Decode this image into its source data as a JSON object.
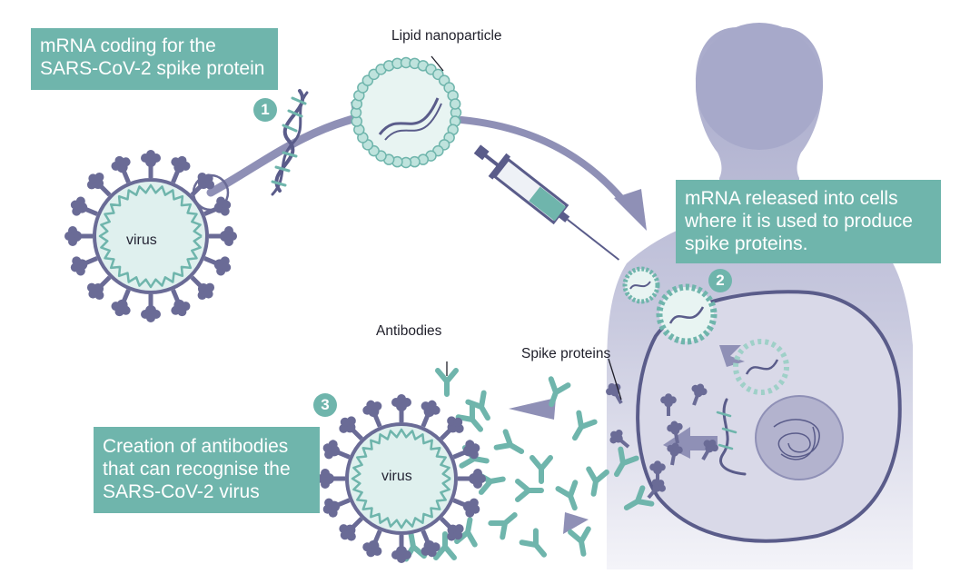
{
  "boxes": {
    "mrna_coding": [
      "mRNA coding for the",
      "SARS-CoV-2 spike protein"
    ],
    "mrna_released": [
      "mRNA released into cells",
      "where it is used to produce",
      "spike proteins."
    ],
    "antibody_creation": [
      "Creation of antibodies",
      "that can recognise the",
      "SARS-CoV-2 virus"
    ]
  },
  "labels": {
    "lipid_nanoparticle": "Lipid nanoparticle",
    "antibodies": "Antibodies",
    "spike_proteins": "Spike proteins",
    "virus_top": "virus",
    "virus_bottom": "virus"
  },
  "steps": [
    "1",
    "2",
    "3"
  ],
  "colors": {
    "teal": "#6fb5ac",
    "teal_light": "#dff0ee",
    "purple": "#6a6b96",
    "purple_light": "#9ea0c4",
    "body": "#a8aacb",
    "cell": "#d9d9e8",
    "nucleus": "#b3b3ce"
  }
}
